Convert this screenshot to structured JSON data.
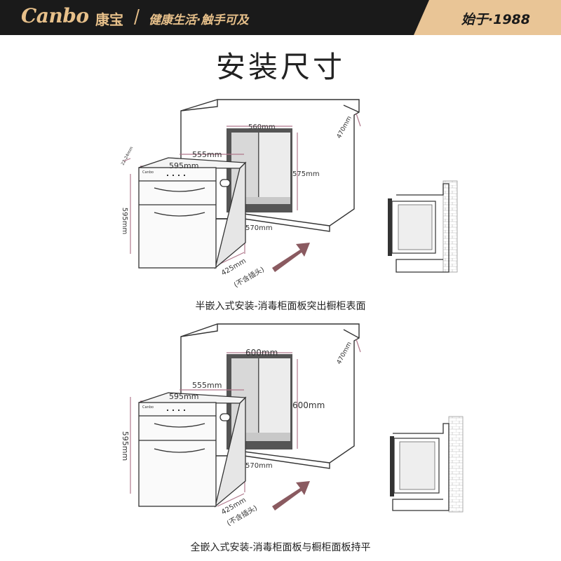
{
  "header": {
    "logo_text": "Canbo",
    "logo_cn": "康宝",
    "slogan": "健康生活·触手可及",
    "since": "始于·1988"
  },
  "title": "安装尺寸",
  "diagram_top": {
    "cabinet_opening_width": "560mm",
    "cabinet_depth": "470mm",
    "cabinet_opening_height": "575mm",
    "unit_depth": "555mm",
    "unit_width": "595mm",
    "unit_height": "595mm",
    "panel_thickness": "22-24mm",
    "opening_lower_depth": "570mm",
    "unit_base_depth": "425mm",
    "plug_note": "(不含插头)",
    "caption": "半嵌入式安装-消毒柜面板突出橱柜表面"
  },
  "diagram_bottom": {
    "cabinet_opening_width": "600mm",
    "cabinet_depth": "470mm",
    "cabinet_opening_height": "600mm",
    "unit_depth": "555mm",
    "unit_width": "595mm",
    "unit_height": "595mm",
    "opening_lower_depth": "570mm",
    "unit_base_depth": "425mm",
    "plug_note": "(不含插头)",
    "caption": "全嵌入式安装-消毒柜面板与橱柜面板持平"
  },
  "colors": {
    "banner_bg": "#1a1a1a",
    "brand_gold": "#e7c08a",
    "accent_badge": "#e9c596",
    "dimension_line": "#b0788c",
    "arrow": "#8a5a60"
  }
}
